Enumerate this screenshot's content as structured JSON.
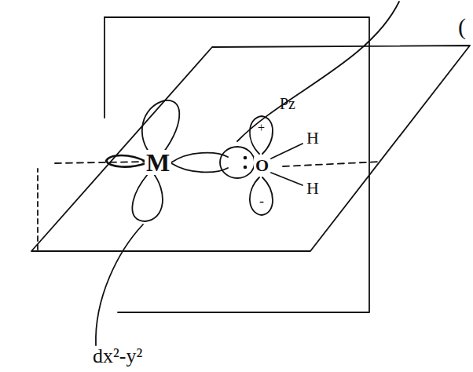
{
  "diagram": {
    "labels": [
      "(",
      "M",
      "O",
      "H",
      "H",
      "Pz",
      "+",
      "-",
      "dx²-y²"
    ]
  }
}
